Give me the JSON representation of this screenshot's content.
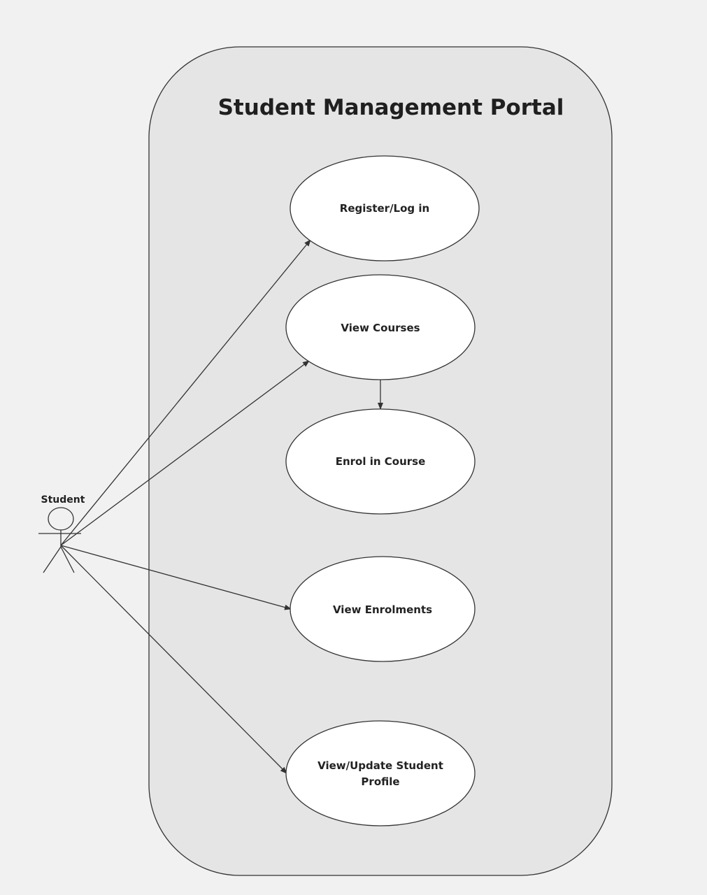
{
  "system": {
    "title": "Student Management Portal"
  },
  "actor": {
    "label": "Student"
  },
  "use_cases": [
    {
      "id": "register",
      "lines": [
        "Register/Log in"
      ]
    },
    {
      "id": "view-courses",
      "lines": [
        "View Courses"
      ]
    },
    {
      "id": "enrol",
      "lines": [
        "Enrol in Course"
      ]
    },
    {
      "id": "view-enrolments",
      "lines": [
        "View Enrolments"
      ]
    },
    {
      "id": "profile",
      "lines": [
        "View/Update Student",
        "Profile"
      ]
    }
  ],
  "associations": [
    {
      "from": "actor",
      "to": "register"
    },
    {
      "from": "actor",
      "to": "view-courses"
    },
    {
      "from": "actor",
      "to": "view-enrolments"
    },
    {
      "from": "actor",
      "to": "profile"
    },
    {
      "from": "view-courses",
      "to": "enrol"
    }
  ],
  "colors": {
    "background": "#f1f1f1",
    "system_fill": "#e5e5e5",
    "use_case_fill": "#ffffff",
    "stroke": "#333333",
    "text": "#1f1f1f"
  }
}
